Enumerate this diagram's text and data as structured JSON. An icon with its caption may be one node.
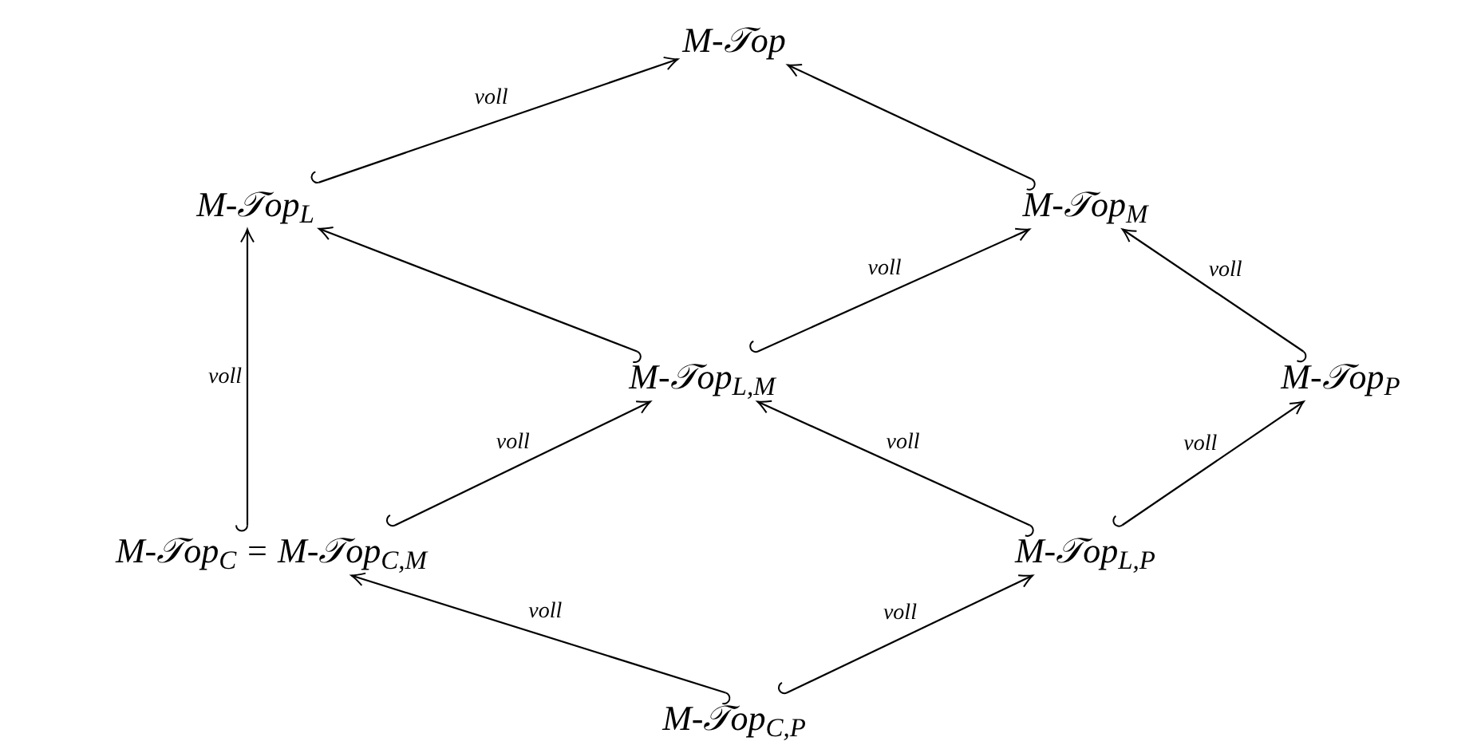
{
  "diagram": {
    "nodes": [
      {
        "text": [
          "M-𝒯op"
        ]
      },
      {
        "text": [
          "M-𝒯op$_{L}$"
        ]
      },
      {
        "text": [
          "M-𝒯op$_{M}$"
        ]
      },
      {
        "text": [
          "M-𝒯op$_{L,M}$"
        ]
      },
      {
        "text": [
          "M-𝒯op$_{P}$"
        ]
      },
      {
        "text": [
          "M-𝒯op$_{C}$ = M-𝒯op$_{C,M}$"
        ]
      },
      {
        "text": [
          "M-𝒯op$_{L,P}$"
        ]
      },
      {
        "text": [
          "M-𝒯op$_{C,P}$"
        ]
      }
    ],
    "edges": [
      {
        "from": 1,
        "to": 0,
        "arrow": "to",
        "label": "voll"
      },
      {
        "from": 2,
        "to": 0,
        "arrow": "to"
      },
      {
        "from": 3,
        "to": 1,
        "arrow": "to"
      },
      {
        "from": 3,
        "to": 2,
        "arrow": "to",
        "label": "voll"
      },
      {
        "from": 4,
        "to": 2,
        "arrow": "to",
        "label": "voll"
      },
      {
        "from": 5,
        "to": 1,
        "arrow": "to",
        "label": "voll"
      },
      {
        "from": 5,
        "to": 3,
        "arrow": "to",
        "label": "voll"
      },
      {
        "from": 6,
        "to": 3,
        "arrow": "to",
        "label": "voll"
      },
      {
        "from": 6,
        "to": 4,
        "arrow": "to",
        "label": "voll"
      },
      {
        "from": 7,
        "to": 5,
        "arrow": "to",
        "label": "voll"
      },
      {
        "from": 7,
        "to": 6,
        "arrow": "to",
        "label": "voll"
      }
    ]
  }
}
